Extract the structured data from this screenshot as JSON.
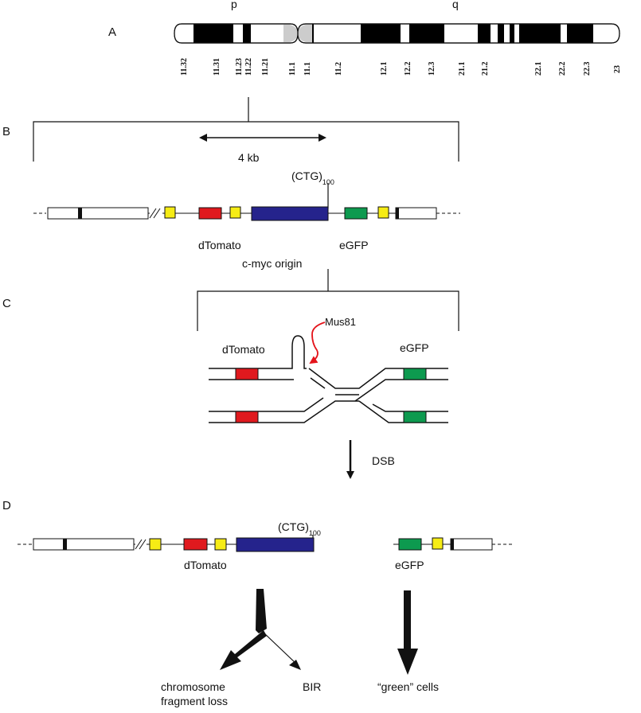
{
  "colors": {
    "dtomato": "#e0191e",
    "egfp": "#0d9a4f",
    "yellow": "#f6ec15",
    "ctg_repeat": "#25238c",
    "mus81_arrow": "#e4141b",
    "centromere": "#cccccc",
    "chromosome_band": "#000000"
  },
  "panels": {
    "a": "A",
    "b": "B",
    "c": "C",
    "d": "D"
  },
  "chromosome": {
    "p_arm": "p",
    "q_arm": "q",
    "bands": [
      "11.32",
      "11.31",
      "11.23",
      "11.22",
      "11.21",
      "11.1",
      "11.1",
      "11.2",
      "12.1",
      "12.2",
      "12.3",
      "21.1",
      "21.2",
      "22.1",
      "22.2",
      "22.3",
      "23"
    ]
  },
  "construct": {
    "scale": "4 kb",
    "repeat_main": "(CTG)",
    "repeat_sub": "100",
    "dtomato": "dTomato",
    "egfp": "eGFP",
    "origin": "c-myc origin"
  },
  "fork": {
    "dtomato": "dTomato",
    "egfp": "eGFP",
    "nuclease": "Mus81",
    "dsb": "DSB"
  },
  "outcome": {
    "repeat_main": "(CTG)",
    "repeat_sub": "100",
    "dtomato": "dTomato",
    "egfp": "eGFP",
    "loss_line1": "chromosome",
    "loss_line2": "fragment loss",
    "bir": "BIR",
    "green": "“green” cells"
  }
}
